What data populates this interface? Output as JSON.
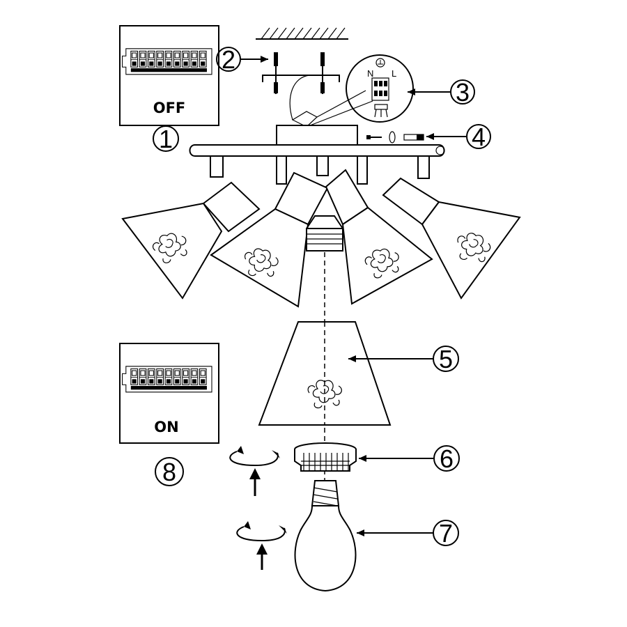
{
  "panels": {
    "top_state": "OFF",
    "bottom_state": "ON"
  },
  "callouts": {
    "n1": "1",
    "n2": "2",
    "n3": "3",
    "n4": "4",
    "n5": "5",
    "n6": "6",
    "n7": "7",
    "n8": "8"
  },
  "terminal_labels": {
    "neutral": "N",
    "live": "L"
  },
  "icons": [
    "breaker-panel-icon",
    "ground-symbol-icon",
    "rotate-arrow-icon",
    "up-arrow-icon"
  ]
}
